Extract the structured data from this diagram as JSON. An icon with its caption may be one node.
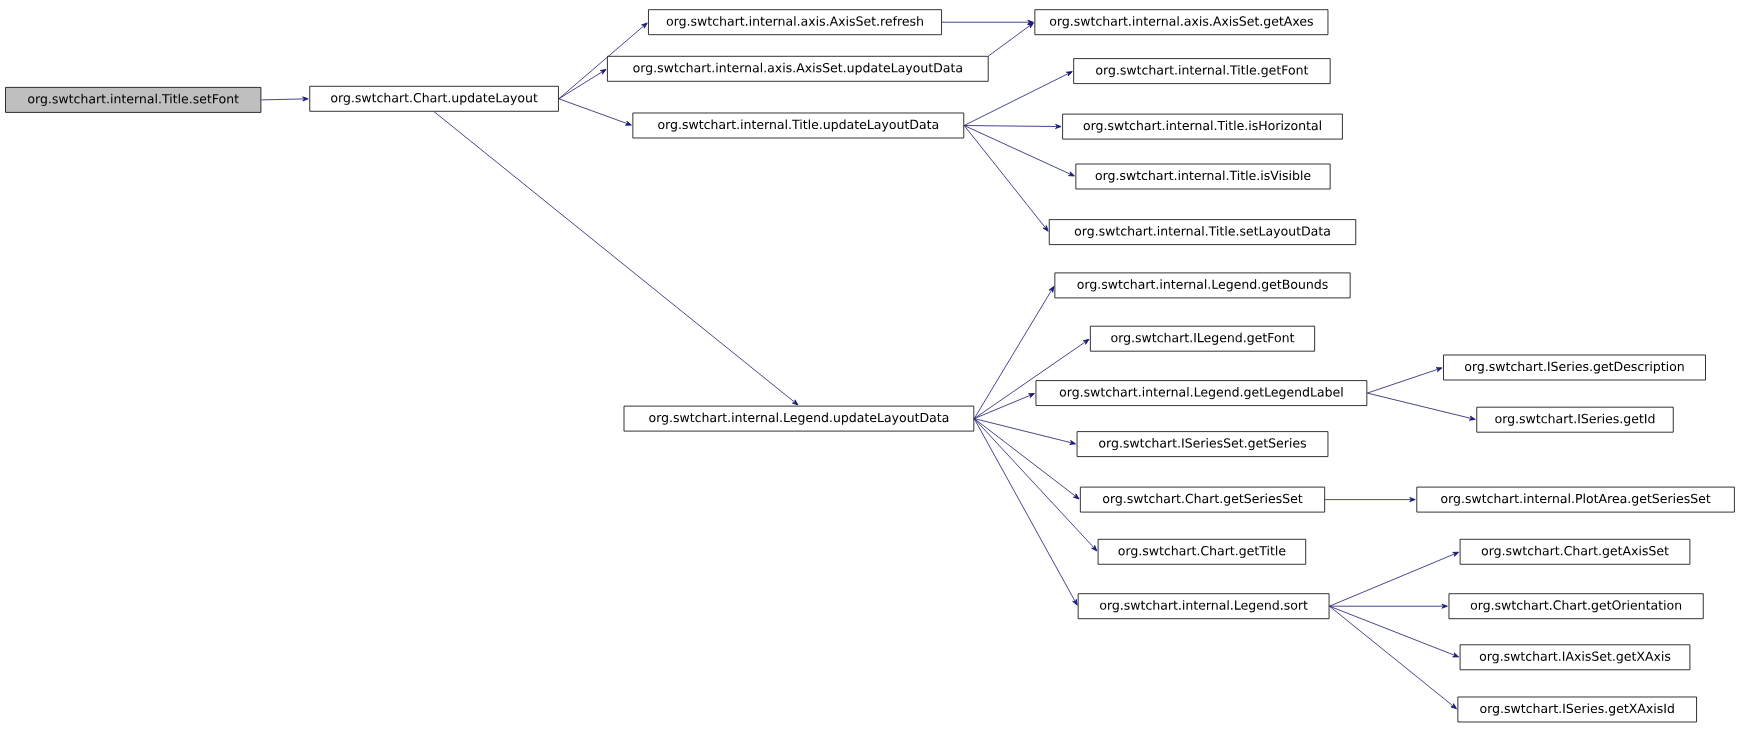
{
  "diagram": {
    "nodes": [
      {
        "text": [
          "org.swtchart.internal.Title.setFont"
        ]
      },
      {
        "text": [
          "org.swtchart.Chart.updateLayout"
        ]
      },
      {
        "text": [
          "org.swtchart.internal.axis.AxisSet.refresh"
        ]
      },
      {
        "text": [
          "org.swtchart.internal.axis.AxisSet.getAxes"
        ]
      },
      {
        "text": [
          "org.swtchart.internal.axis.AxisSet.updateLayoutData"
        ]
      },
      {
        "text": [
          "org.swtchart.internal.Title.updateLayoutData"
        ]
      },
      {
        "text": [
          "org.swtchart.internal.Title.getFont"
        ]
      },
      {
        "text": [
          "org.swtchart.internal.Title.isHorizontal"
        ]
      },
      {
        "text": [
          "org.swtchart.internal.Title.isVisible"
        ]
      },
      {
        "text": [
          "org.swtchart.internal.Title.setLayoutData"
        ]
      },
      {
        "text": [
          "org.swtchart.internal.Legend.getBounds"
        ]
      },
      {
        "text": [
          "org.swtchart.ILegend.getFont"
        ]
      },
      {
        "text": [
          "org.swtchart.internal.Legend.getLegendLabel"
        ]
      },
      {
        "text": [
          "org.swtchart.ISeries.getDescription"
        ]
      },
      {
        "text": [
          "org.swtchart.ISeries.getId"
        ]
      },
      {
        "text": [
          "org.swtchart.internal.Legend.updateLayoutData"
        ]
      },
      {
        "text": [
          "org.swtchart.ISeriesSet.getSeries"
        ]
      },
      {
        "text": [
          "org.swtchart.Chart.getSeriesSet"
        ]
      },
      {
        "text": [
          "org.swtchart.internal.PlotArea.getSeriesSet"
        ]
      },
      {
        "text": [
          "org.swtchart.Chart.getTitle"
        ]
      },
      {
        "text": [
          "org.swtchart.internal.Legend.sort"
        ]
      },
      {
        "text": [
          "org.swtchart.Chart.getAxisSet"
        ]
      },
      {
        "text": [
          "org.swtchart.Chart.getOrientation"
        ]
      },
      {
        "text": [
          "org.swtchart.IAxisSet.getXAxis"
        ]
      },
      {
        "text": [
          "org.swtchart.ISeries.getXAxisId"
        ]
      }
    ],
    "edges": [
      {
        "from": 0,
        "to": 1,
        "arrow": "to"
      },
      {
        "from": 1,
        "to": 2,
        "arrow": "to"
      },
      {
        "from": 1,
        "to": 4,
        "arrow": "to"
      },
      {
        "from": 1,
        "to": 5,
        "arrow": "to"
      },
      {
        "from": 1,
        "to": 15,
        "arrow": "to"
      },
      {
        "from": 2,
        "to": 3,
        "arrow": "to"
      },
      {
        "from": 4,
        "to": 3,
        "arrow": "to"
      },
      {
        "from": 5,
        "to": 6,
        "arrow": "to"
      },
      {
        "from": 5,
        "to": 7,
        "arrow": "to"
      },
      {
        "from": 5,
        "to": 8,
        "arrow": "to"
      },
      {
        "from": 5,
        "to": 9,
        "arrow": "to"
      },
      {
        "from": 15,
        "to": 10,
        "arrow": "to"
      },
      {
        "from": 15,
        "to": 11,
        "arrow": "to"
      },
      {
        "from": 15,
        "to": 12,
        "arrow": "to"
      },
      {
        "from": 12,
        "to": 13,
        "arrow": "to"
      },
      {
        "from": 12,
        "to": 14,
        "arrow": "to"
      },
      {
        "from": 15,
        "to": 16,
        "arrow": "to"
      },
      {
        "from": 15,
        "to": 17,
        "arrow": "to"
      },
      {
        "from": 17,
        "to": 18,
        "arrow": "to"
      },
      {
        "from": 15,
        "to": 19,
        "arrow": "to"
      },
      {
        "from": 15,
        "to": 20,
        "arrow": "to"
      },
      {
        "from": 20,
        "to": 21,
        "arrow": "to"
      },
      {
        "from": 20,
        "to": 22,
        "arrow": "to"
      },
      {
        "from": 20,
        "to": 23,
        "arrow": "to"
      },
      {
        "from": 20,
        "to": 24,
        "arrow": "to"
      }
    ]
  }
}
